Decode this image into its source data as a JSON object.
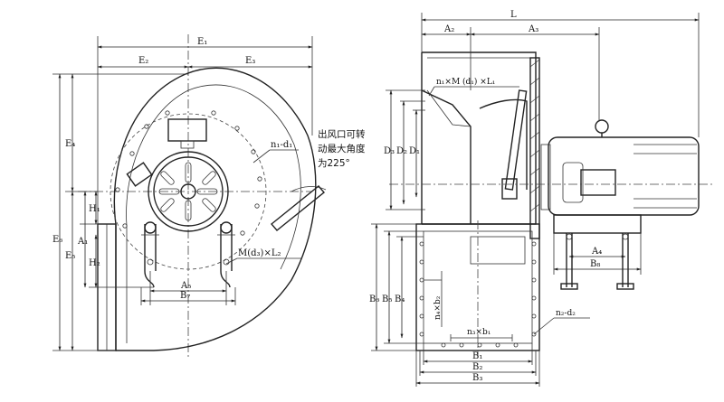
{
  "front_view": {
    "dims": {
      "E1": "E₁",
      "E2": "E₂",
      "E3": "E₃",
      "E4": "E₄",
      "E5": "E₅",
      "E6": "E₆",
      "H1": "H₁",
      "H2": "H₂",
      "A1": "A₁",
      "A5": "A₅",
      "B7": "B₇"
    },
    "callouts": {
      "holes": "n₁-d₁",
      "anchor_bolt": "M(d₃)×L₂"
    },
    "rotation_note": [
      "出风口可转",
      "动最大角度",
      "为225°"
    ]
  },
  "side_view": {
    "dims": {
      "L": "L",
      "A2": "A₂",
      "A3": "A₃",
      "D3": "D₃",
      "D2": "D₂",
      "D1": "D₁",
      "B6": "B₆",
      "B5": "B₅",
      "B4": "B₄",
      "A4": "A₄",
      "B8": "B₈",
      "B1": "B₁",
      "B2": "B₂",
      "B3": "B₃"
    },
    "callouts": {
      "flange_top": "n₁×M (d₁) ×L₁",
      "side_holes": "n₄×b₂",
      "bottom_holes": "n₃×b₁",
      "corner_holes": "n₂-d₂"
    }
  }
}
